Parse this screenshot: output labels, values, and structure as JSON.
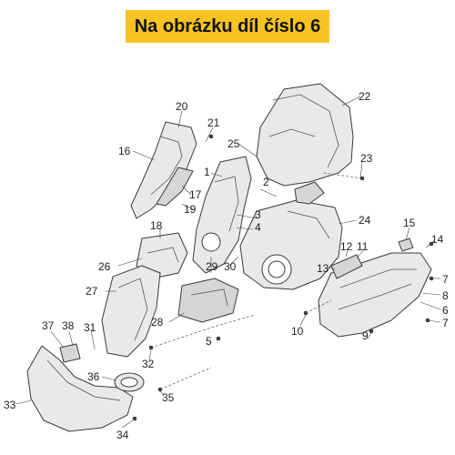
{
  "banner": {
    "title": "Na obrázku díl číslo 6"
  },
  "callouts": [
    "22",
    "20",
    "21",
    "16",
    "25",
    "23",
    "1",
    "2",
    "17",
    "19",
    "3",
    "4",
    "24",
    "15",
    "14",
    "18",
    "12",
    "11",
    "26",
    "29",
    "30",
    "13",
    "7",
    "27",
    "8",
    "6",
    "28",
    "10",
    "5",
    "7",
    "37",
    "38",
    "31",
    "9",
    "32",
    "36",
    "33",
    "35",
    "34"
  ]
}
